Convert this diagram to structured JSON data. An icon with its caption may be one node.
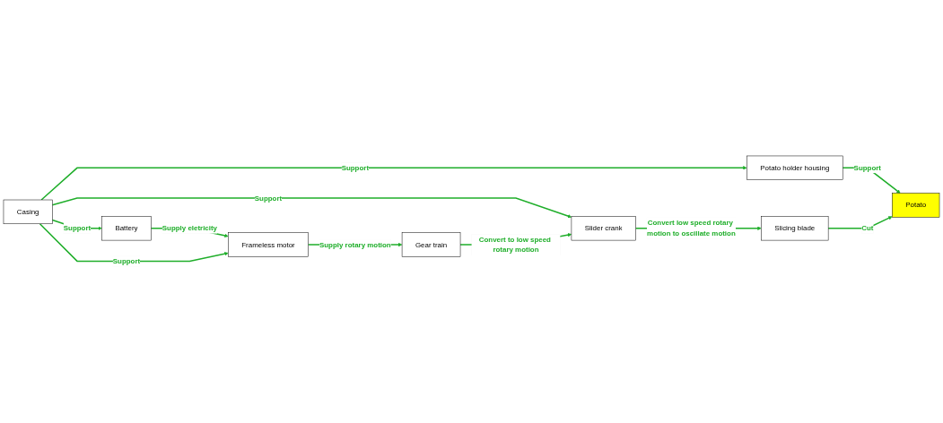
{
  "diagram": {
    "nodes": [
      {
        "text": [
          "Battery"
        ]
      },
      {
        "text": [
          "Frameless motor"
        ]
      },
      {
        "text": [
          "Casing"
        ]
      },
      {
        "text": [
          "Potato holder housing"
        ]
      },
      {
        "text": [
          "Gear train"
        ]
      },
      {
        "text": [
          "Slider crank"
        ]
      },
      {
        "text": [
          "Potato"
        ]
      },
      {
        "text": [
          "Slicing blade"
        ]
      }
    ],
    "edges": [
      {
        "from": 0,
        "to": 1,
        "arrow": "to",
        "label": "Supply eletricity"
      },
      {
        "from": 2,
        "to": 1,
        "arrow": "to",
        "label": "Support"
      },
      {
        "from": 2,
        "to": 0,
        "arrow": "to",
        "label": "Support"
      },
      {
        "from": 2,
        "to": 3,
        "arrow": "to",
        "label": "Support"
      },
      {
        "from": 2,
        "to": 5,
        "arrow": "to",
        "label": "Support"
      },
      {
        "from": 1,
        "to": 4,
        "arrow": "to",
        "label": "Supply rotary motion"
      },
      {
        "from": 3,
        "to": 6,
        "arrow": "to",
        "label": "Support"
      },
      {
        "from": 4,
        "to": 5,
        "arrow": "to",
        "label": "Convert to low speed rotary motion"
      },
      {
        "from": 5,
        "to": 7,
        "arrow": "to",
        "label": "Convert low speed rotary motion to oscillate motion"
      },
      {
        "from": 7,
        "to": 6,
        "arrow": "to",
        "label": "Cut"
      }
    ]
  }
}
